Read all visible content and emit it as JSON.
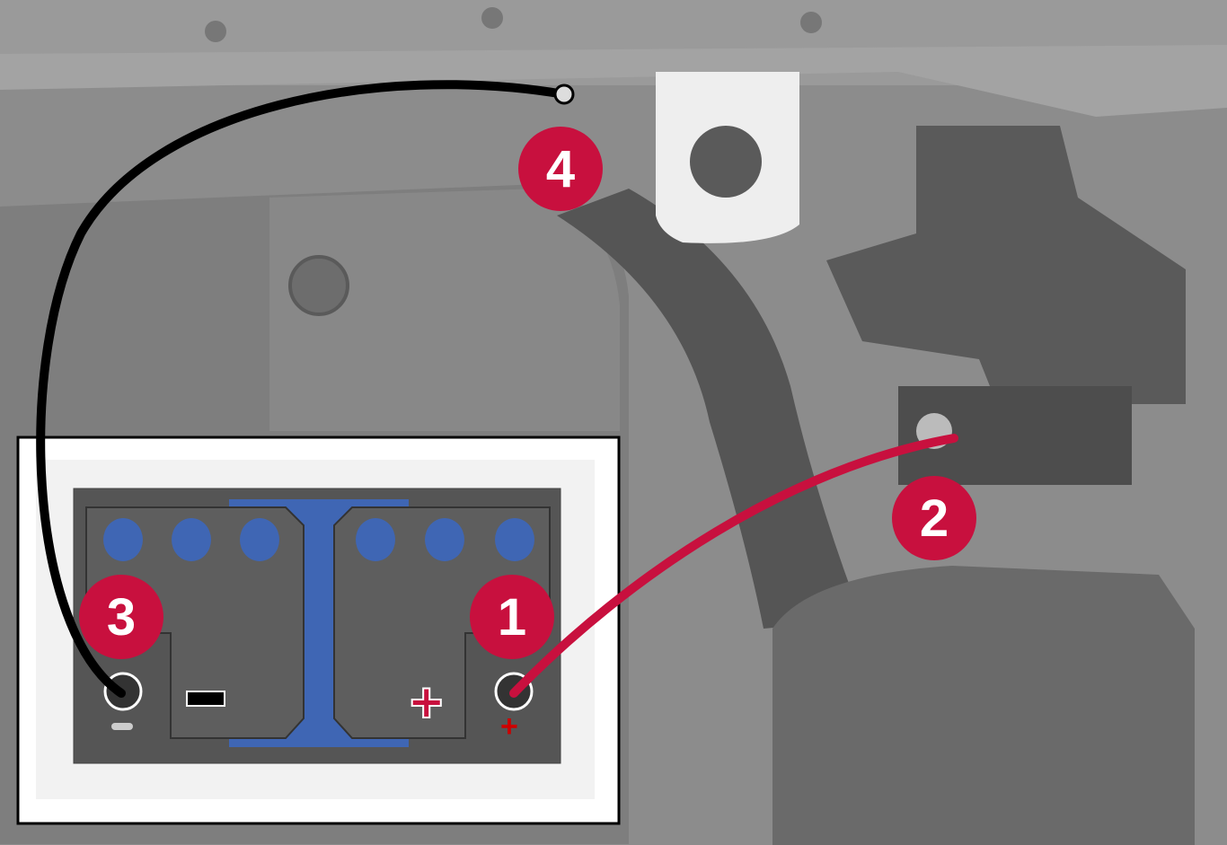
{
  "callouts": {
    "one": "1",
    "two": "2",
    "three": "3",
    "four": "4"
  },
  "battery": {
    "negative_symbol": "−",
    "positive_symbol": "+"
  },
  "colors": {
    "callout": "#c8103e",
    "positive_cable": "#c8103e",
    "negative_cable": "#000000",
    "battery_caps": "#3f66b4",
    "background": "#8c8c8c"
  }
}
